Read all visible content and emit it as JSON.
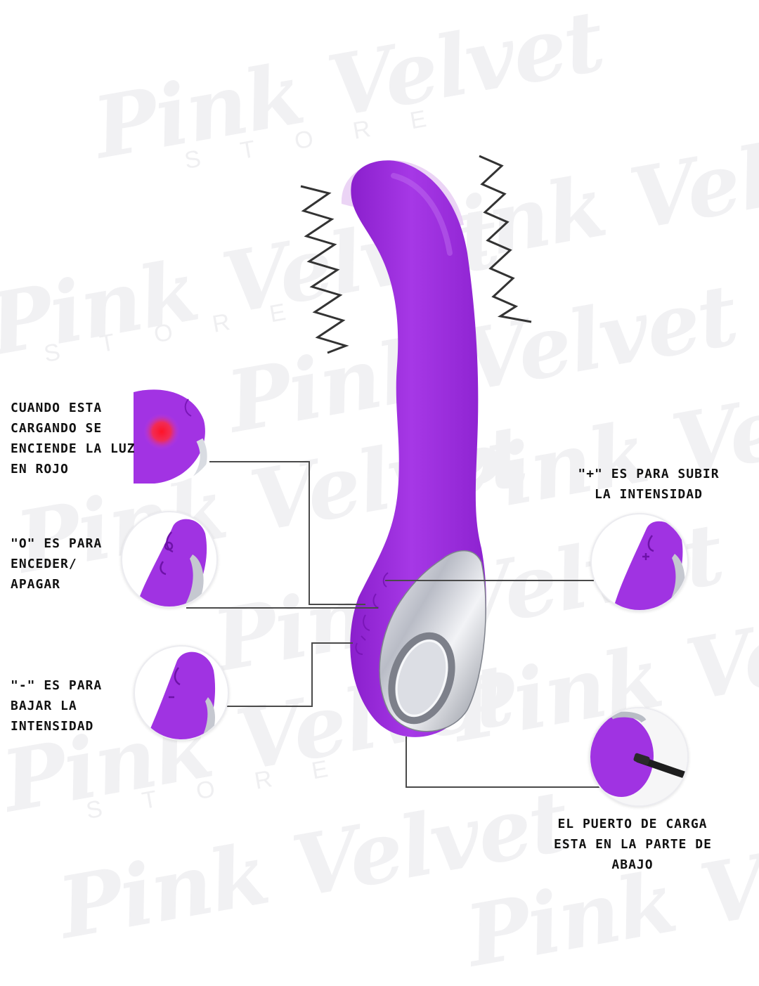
{
  "watermark": {
    "brand": "Pink Velvet",
    "sub": "STORE"
  },
  "labels": {
    "charging": [
      "CUANDO ESTA",
      "CARGANDO SE",
      "ENCIENDE LA LUZ",
      "EN ROJO"
    ],
    "power": [
      "\"O\" ES PARA",
      "ENCEDER/",
      "APAGAR"
    ],
    "minus": [
      "\"-\" ES PARA",
      "BAJAR LA",
      "INTENSIDAD"
    ],
    "plus": [
      "\"+\" ES PARA SUBIR",
      "LA INTENSIDAD"
    ],
    "port": [
      "EL PUERTO DE CARGA",
      "ESTA EN LA PARTE DE",
      "ABAJO"
    ]
  },
  "colors": {
    "product_purple": "#9b27d9",
    "product_purple_light": "#b150ea",
    "chrome": "#c9ccd4",
    "charging_led": "#ff1a2e",
    "leader_line": "#4a4a4a",
    "vibration_lines": "#333333"
  },
  "icons": {
    "vibration": "zigzag-vibration-lines",
    "led": "red-led-light"
  }
}
